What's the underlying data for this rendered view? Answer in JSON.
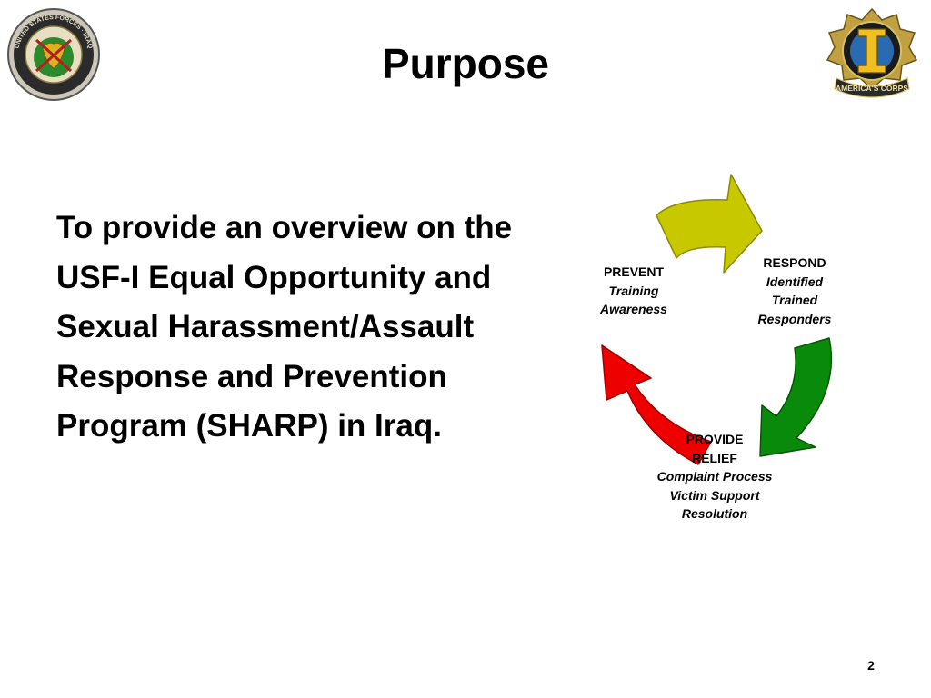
{
  "slide": {
    "title": "Purpose",
    "body": "To provide an overview on the USF-I Equal Opportunity and Sexual Harassment/Assault Response and Prevention Program (SHARP) in Iraq.",
    "page_number": "2"
  },
  "logos": {
    "left_icon": "usf-iraq-seal-icon",
    "left_text": "UNITED STATES FORCES · IRAQ",
    "right_icon": "americas-corps-insignia-icon",
    "right_text": "AMERICA'S CORPS"
  },
  "cycle": {
    "prevent": {
      "heading": "PREVENT",
      "lines": [
        "Training",
        "Awareness"
      ]
    },
    "respond": {
      "heading": "RESPOND",
      "lines": [
        "Identified",
        "Trained",
        "Responders"
      ]
    },
    "relief": {
      "heading_1": "PROVIDE",
      "heading_2": "RELIEF",
      "lines": [
        "Complaint Process",
        "Victim Support",
        "Resolution"
      ]
    },
    "colors": {
      "top_arrow": "#c8c800",
      "right_arrow": "#0a8a0a",
      "left_arrow": "#ee0000"
    }
  }
}
